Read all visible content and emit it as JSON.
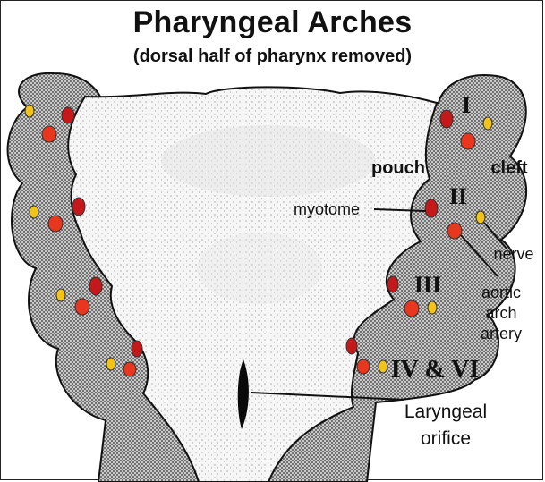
{
  "title": "Pharyngeal Arches",
  "subtitle": "(dorsal half of pharynx removed)",
  "labels": {
    "arch_1": "I",
    "arch_2": "II",
    "arch_3": "III",
    "arch_4_6": "IV & VI",
    "pouch": "pouch",
    "cleft": "cleft",
    "myotome": "myotome",
    "nerve": "nerve",
    "aortic_1": "aortic",
    "aortic_2": "arch",
    "aortic_3": "artery",
    "laryngeal_1": "Laryngeal",
    "laryngeal_2": "orifice"
  },
  "colors": {
    "artery": "#e8361f",
    "myotome": "#c4181a",
    "nerve": "#f2c418",
    "pharynx_fill": "#f4f4f4",
    "arch_fill": "#bdbdbd"
  }
}
